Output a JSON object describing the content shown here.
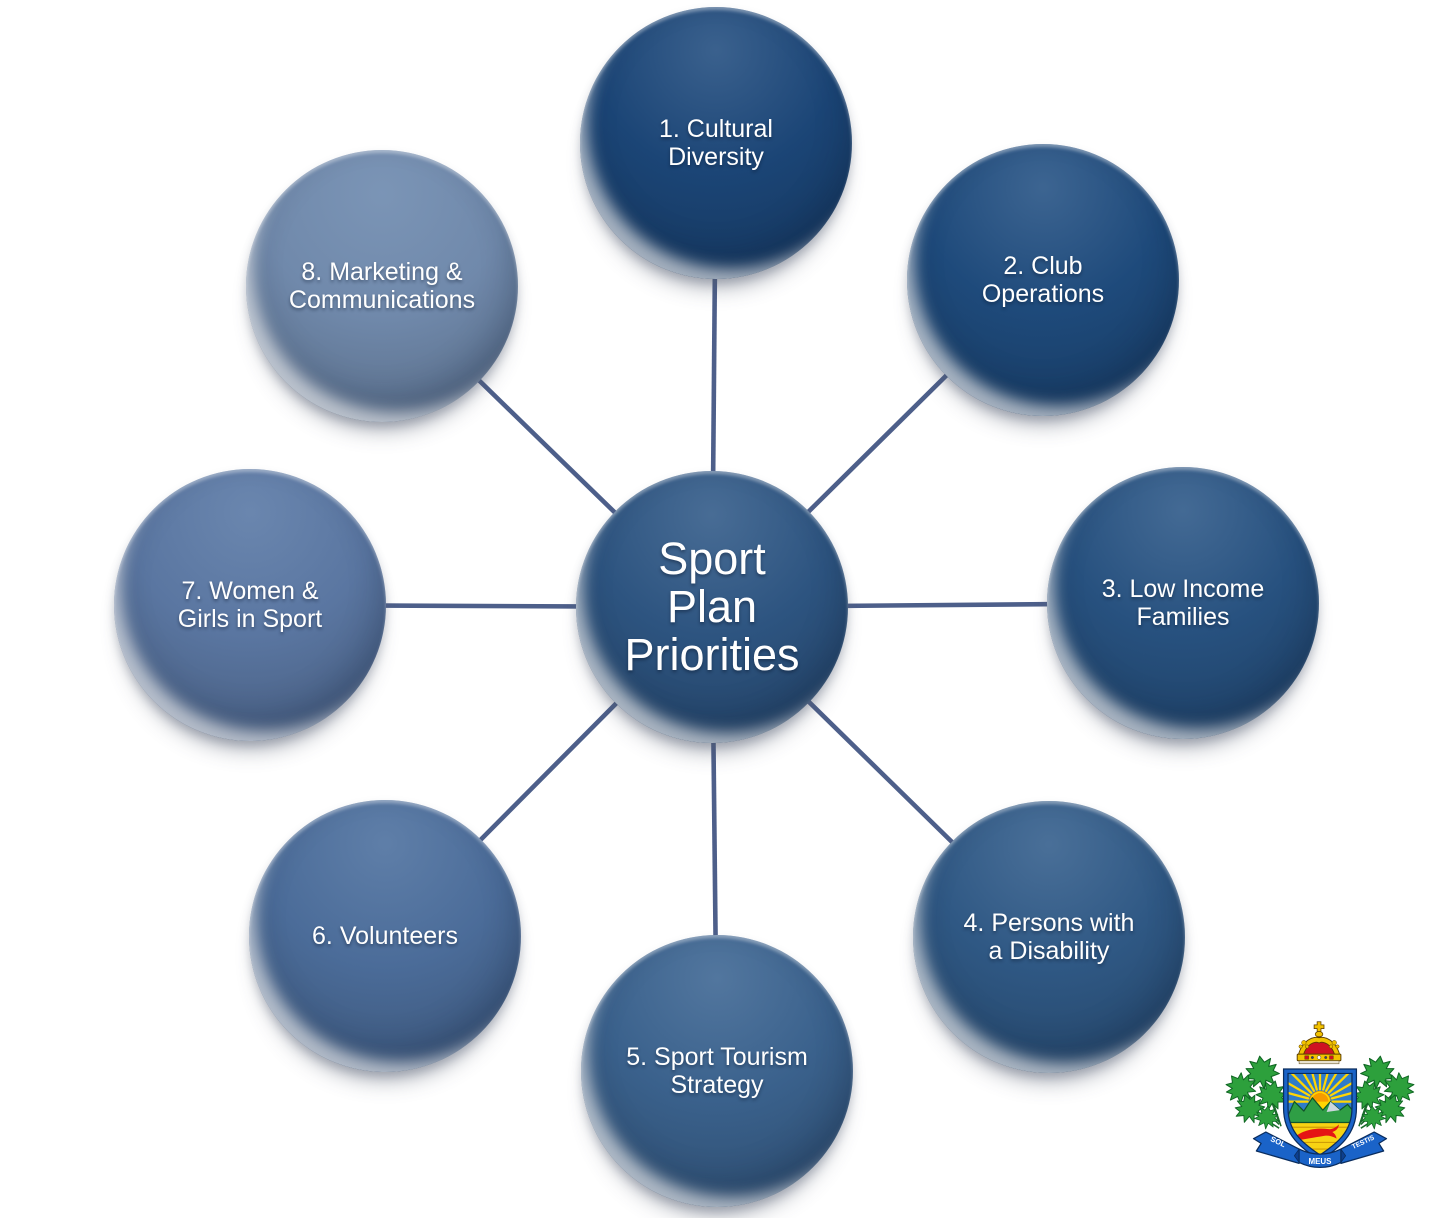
{
  "diagram": {
    "connector_color": "#4d5f8a",
    "center": {
      "label": "Sport\nPlan\nPriorities",
      "color": "#2d5480"
    },
    "nodes": [
      {
        "label": "1. Cultural\nDiversity",
        "color": "#1b4576"
      },
      {
        "label": "2. Club\nOperations",
        "color": "#1e4a7b"
      },
      {
        "label": "3. Low Income\nFamilies",
        "color": "#27517f"
      },
      {
        "label": "4. Persons with\na Disability",
        "color": "#2f5884"
      },
      {
        "label": "5. Sport Tourism\nStrategy",
        "color": "#3a618c"
      },
      {
        "label": "6. Volunteers",
        "color": "#4b6c99"
      },
      {
        "label": "7. Women &\nGirls in Sport",
        "color": "#5a76a1"
      },
      {
        "label": "8. Marketing &\nCommunications",
        "color": "#7089ab"
      }
    ]
  },
  "logo": {
    "motto": {
      "left": "SOL",
      "center": "MEUS",
      "right": "TESTIS"
    },
    "colors": {
      "leaf": "#2da03c",
      "shield_blue": "#2f7cc9",
      "sun": "#ffd503",
      "sun_inner": "#f59b00",
      "mountain": "#2f9e45",
      "field": "#f8d313",
      "fish": "#e51414",
      "ribbon": "#1a63c8",
      "crown_gold": "#f2c200",
      "crown_red": "#cf1222"
    }
  }
}
